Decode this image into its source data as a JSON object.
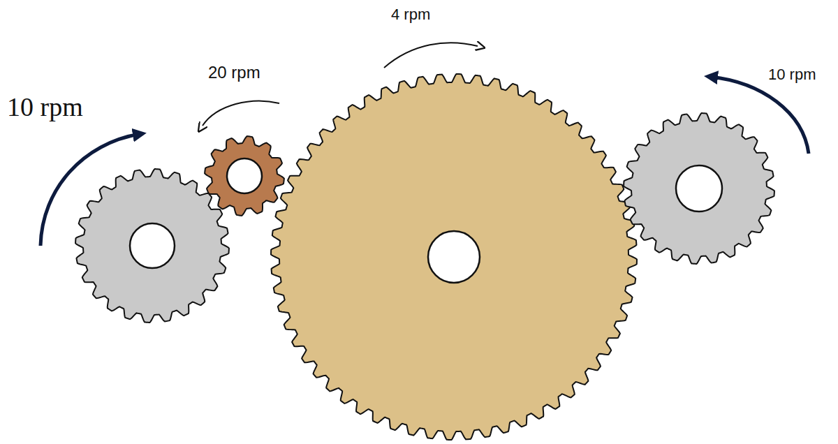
{
  "diagram": {
    "labels": [
      "10 rpm",
      "20 rpm",
      "4 rpm",
      "10 rpm"
    ]
  }
}
